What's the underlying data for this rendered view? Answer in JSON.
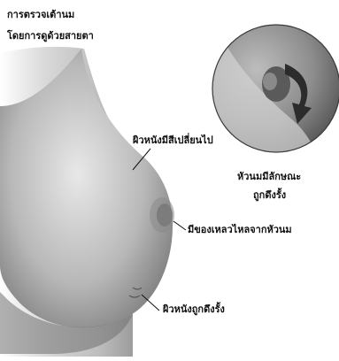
{
  "title": {
    "line1": "การตรวจเต้านม",
    "line2": "โดยการดูด้วยสายตา"
  },
  "labels": {
    "skin_color_change": "ผิวหนังมีสีเปลี่ยนไป",
    "nipple_change_line1": "หัวนมมีลักษณะ",
    "nipple_change_line2": "ถูกดึงรั้ง",
    "nipple_discharge": "มีของเหลวไหลจากหัวนม",
    "skin_puckering": "ผิวหนังถูกดึงรั้ง"
  },
  "icons": [
    "curved-arrow-icon"
  ],
  "colors": {
    "ink": "#111111",
    "shading": "#9a9a9a",
    "inset_circle": "#6e6e6e"
  }
}
